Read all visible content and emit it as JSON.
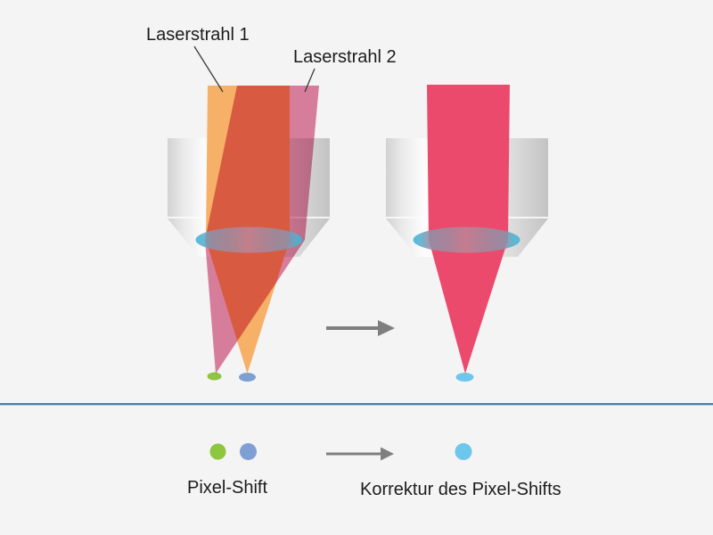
{
  "diagram": {
    "annotations": {
      "beam1_label": "Laserstrahl 1",
      "beam2_label": "Laserstrahl 2"
    },
    "legend": {
      "before_label": "Pixel-Shift",
      "after_label": "Korrektur des Pixel-Shifts"
    },
    "icons": {
      "transform_arrow": "arrow-right-icon"
    },
    "colors": {
      "background": "#F4F4F5",
      "beam1_orange": "#F6B067",
      "beam2_pink": "#E083A1",
      "beam_overlap_red": "#DC5E4B",
      "corrected_beam_crimson": "#EB4A6C",
      "focus_dot_green": "#8DC63F",
      "focus_dot_periwinkle": "#7F9FD4",
      "focus_dot_skyblue": "#6EC6EC",
      "lens_cyan": "#3FB2DA",
      "arrow_gray": "#7F7F7F",
      "pointer_line": "#3A3A3A",
      "divider_blue": "#4E80A6",
      "divider_light": "#AECBDD",
      "label_text": "#1C1C1C"
    }
  }
}
